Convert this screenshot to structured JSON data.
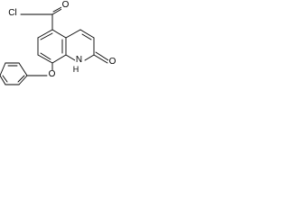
{
  "atom_labels": {
    "chlorine": "Cl",
    "ketone_oxygen": "O",
    "ring_nitrogen": "N",
    "ring_hydrogen": "H",
    "lactam_oxygen": "O",
    "ether_oxygen": "O"
  },
  "colors": {
    "background": "#ffffff",
    "ink": "#000000"
  }
}
